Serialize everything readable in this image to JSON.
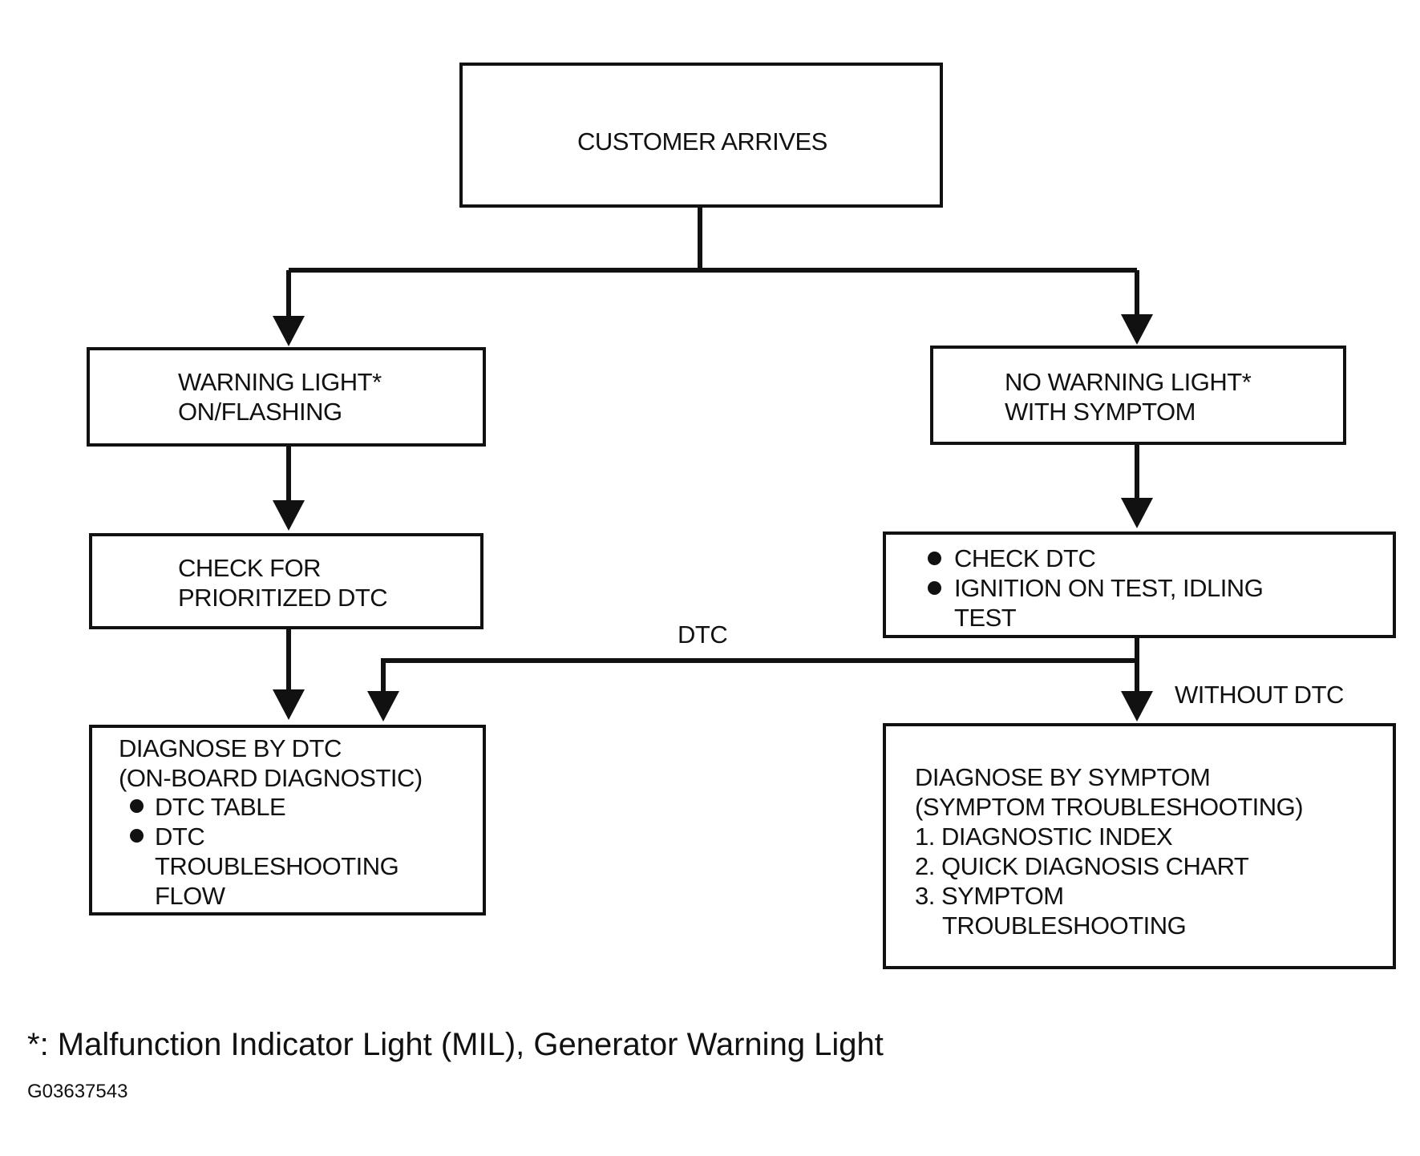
{
  "nodes": {
    "customer_arrives": {
      "line1": "CUSTOMER ARRIVES"
    },
    "warning_light_on": {
      "line1": "WARNING LIGHT*",
      "line2": "ON/FLASHING"
    },
    "no_warning_light": {
      "line1": "NO WARNING LIGHT*",
      "line2": "WITH SYMPTOM"
    },
    "check_prioritized_dtc": {
      "line1": "CHECK FOR",
      "line2": "PRIORITIZED DTC"
    },
    "check_dtc_tests": {
      "item1": "CHECK DTC",
      "item2_line1": "IGNITION ON TEST, IDLING",
      "item2_line2": "TEST"
    },
    "diagnose_by_dtc": {
      "line1": "DIAGNOSE BY DTC",
      "line2": "(ON-BOARD DIAGNOSTIC)",
      "item1": "DTC TABLE",
      "item2_line1": "DTC",
      "item2_line2": "TROUBLESHOOTING",
      "item2_line3": "FLOW"
    },
    "diagnose_by_symptom": {
      "line1": "DIAGNOSE BY SYMPTOM",
      "line2": "(SYMPTOM TROUBLESHOOTING)",
      "item1": "1. DIAGNOSTIC INDEX",
      "item2": "2. QUICK DIAGNOSIS CHART",
      "item3_line1": "3. SYMPTOM",
      "item3_line2": "TROUBLESHOOTING"
    }
  },
  "edge_labels": {
    "dtc": "DTC",
    "without_dtc": "WITHOUT DTC"
  },
  "footnote": "*: Malfunction Indicator Light (MIL), Generator Warning Light",
  "figure_id": "G03637543"
}
